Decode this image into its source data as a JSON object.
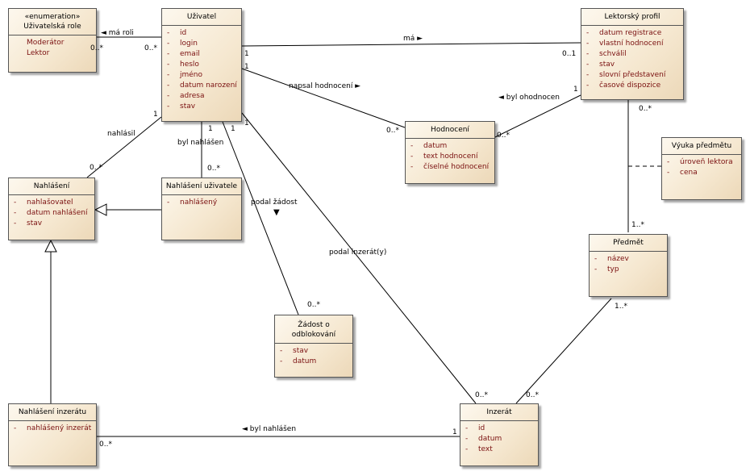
{
  "classes": {
    "role": {
      "stereotype": "«enumeration»",
      "name": "Uživatelská role",
      "attrs": [
        "Moderátor",
        "Lektor"
      ]
    },
    "uzivatel": {
      "name": "Uživatel",
      "attrs": [
        "id",
        "login",
        "email",
        "heslo",
        "jméno",
        "datum narození",
        "adresa",
        "stav"
      ]
    },
    "lektor": {
      "name": "Lektorský profil",
      "attrs": [
        "datum registrace",
        "vlastní hodnocení",
        "schválil",
        "stav",
        "slovní představení",
        "časové dispozice"
      ]
    },
    "hodnoceni": {
      "name": "Hodnocení",
      "attrs": [
        "datum",
        "text hodnocení",
        "číselné hodnocení"
      ]
    },
    "vyuka": {
      "name": "Výuka předmětu",
      "attrs": [
        "úroveň lektora",
        "cena"
      ]
    },
    "nahlaseni": {
      "name": "Nahlášení",
      "attrs": [
        "nahlašovatel",
        "datum nahlášení",
        "stav"
      ]
    },
    "nahlaseniUziv": {
      "name": "Nahlášení uživatele",
      "attrs": [
        "nahlášený"
      ]
    },
    "predmet": {
      "name": "Předmět",
      "attrs": [
        "název",
        "typ"
      ]
    },
    "zadost": {
      "name": "Žádost o odblokování",
      "attrs": [
        "stav",
        "datum"
      ]
    },
    "nahlaseniInz": {
      "name": "Nahlášení inzerátu",
      "attrs": [
        "nahlášený inzerát"
      ]
    },
    "inzerat": {
      "name": "Inzerát",
      "attrs": [
        "id",
        "datum",
        "text"
      ]
    }
  },
  "associations": {
    "ma_roli": "◄ má roli",
    "ma": "má ►",
    "napsal": "napsal hodnocení ►",
    "byl_ohodnocen": "◄ byl ohodnocen",
    "nahlasil": "nahlásil",
    "byl_nahlasen_u": "byl nahlášen",
    "podal_zadost": "podal žádost",
    "podal_zadost_arrow": "▼",
    "podal_inzerat": "podal inzerát(y)",
    "byl_nahlasen_i": "◄ byl nahlášen"
  },
  "multiplicities": {
    "role_0": "0..*",
    "uziv_role": "0..*",
    "uziv_ma": "1",
    "lektor_ma": "0..1",
    "uziv_napsal": "1",
    "hodn_napsal": "0..*",
    "lektor_ohodn": "1",
    "hodn_ohodn": "0..*",
    "lektor_predmet": "0..*",
    "predmet_lektor": "1..*",
    "uziv_nahlasil": "1",
    "nahl_nahlasil": "0..*",
    "uziv_bylnahl": "1",
    "nu_bylnahl": "0..*",
    "uziv_zadost": "1",
    "zadost_uziv": "0..*",
    "uziv_inzerat": "1",
    "inz_uziv": "0..*",
    "predmet_inz": "1..*",
    "inz_predmet": "0..*",
    "ni_inz": "0..*",
    "inz_ni": "1"
  }
}
